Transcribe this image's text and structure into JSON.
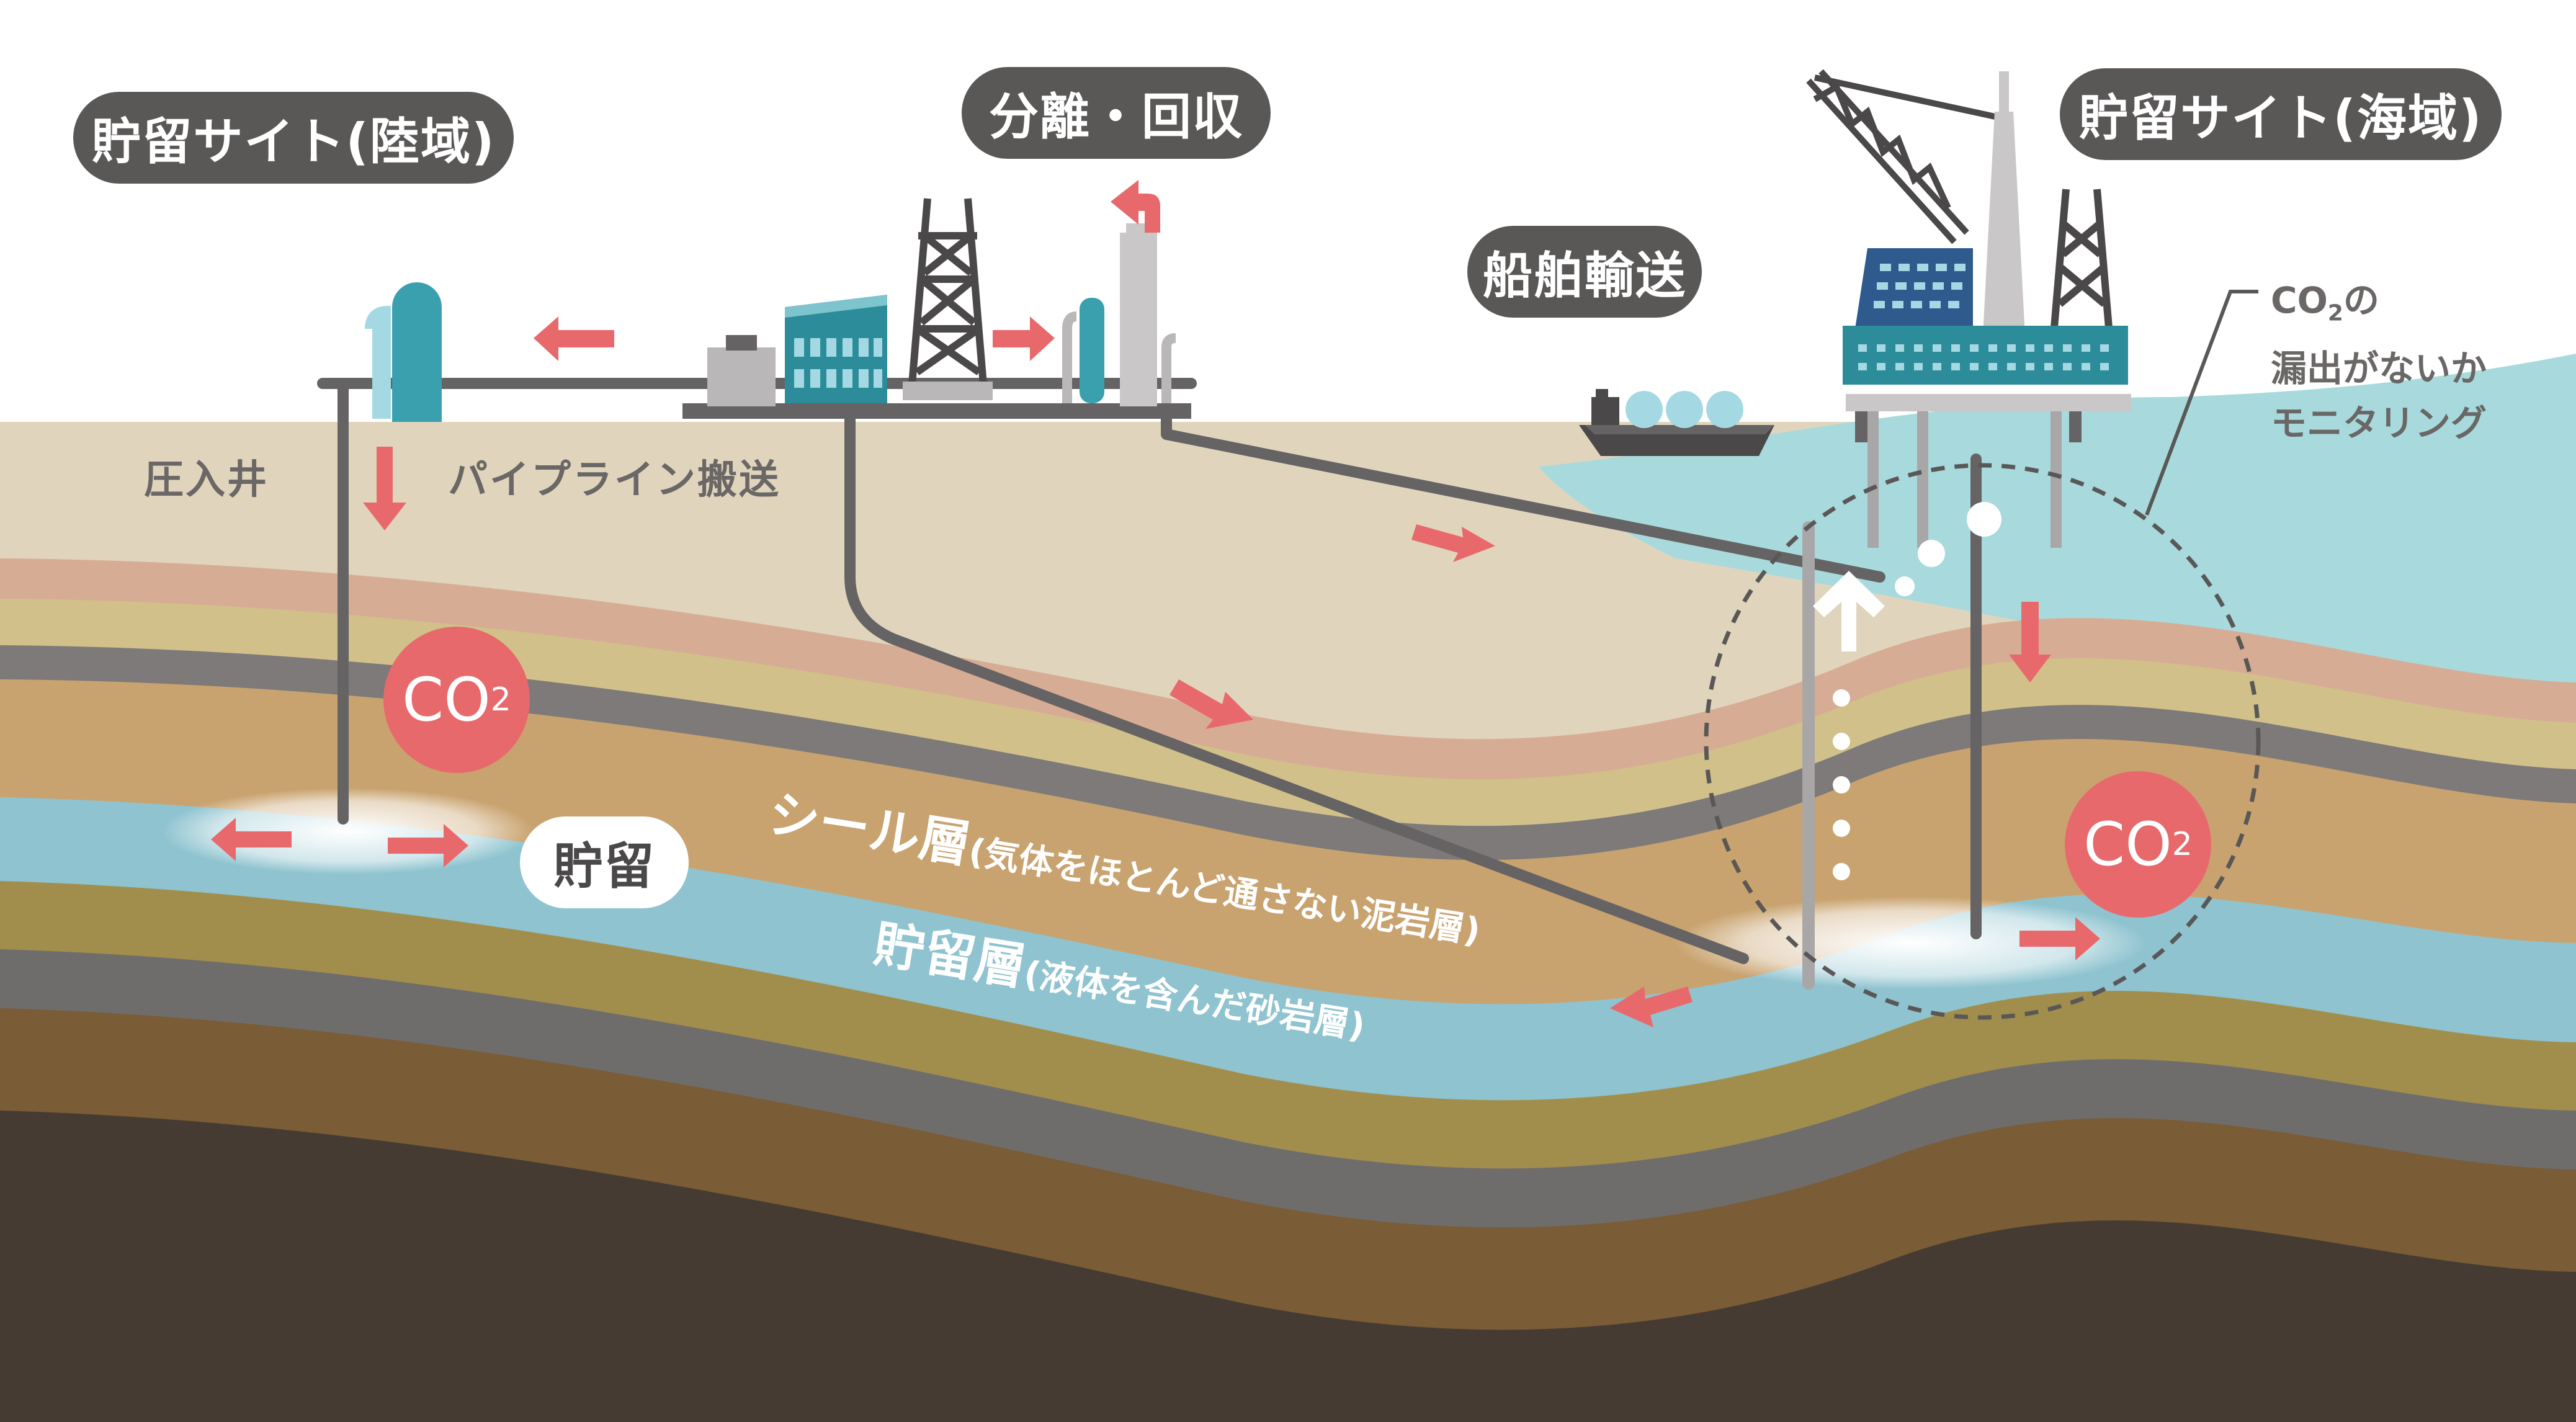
{
  "labels": {
    "onshore_site": "貯留サイト(陸域)",
    "separation_capture": "分離・回収",
    "ship_transport": "船舶輸送",
    "offshore_site": "貯留サイト(海域)",
    "injection_well": "圧入井",
    "pipeline_transport": "パイプライン搬送",
    "storage": "貯留",
    "seal_layer": "シール層",
    "seal_layer_note": "(気体をほとんど通さない泥岩層)",
    "reservoir_layer": "貯留層",
    "reservoir_layer_note": "(液体を含んだ砂岩層)",
    "monitoring_co2": "CO",
    "monitoring_sub": "2",
    "monitoring_line1_suffix": "の",
    "monitoring_line2": "漏出がないか",
    "monitoring_line3": "モニタリング"
  },
  "co2_badge": {
    "main": "CO",
    "sub": "2"
  },
  "colors": {
    "sky": "#ffffff",
    "surface": "#e0d5bc",
    "sea": "#a8dadd",
    "layer_pink": "#d6ad94",
    "layer_khaki": "#d2c08a",
    "layer_gray": "#7d7a79",
    "layer_ochre": "#c9a36f",
    "reservoir": "#8ec3cf",
    "layer_olive": "#a28e4c",
    "layer_brown": "#7a5c36",
    "bedrock": "#453b32",
    "arrow_red": "#e8696c",
    "pipe_gray": "#656364",
    "pill_bg": "#5a5857",
    "teal": "#2d8c9a",
    "navy": "#2f5a8e"
  },
  "icons": {
    "plant": "factory-icon",
    "ship": "ship-icon",
    "platform": "offshore-platform-icon",
    "tank": "storage-tank-icon"
  }
}
